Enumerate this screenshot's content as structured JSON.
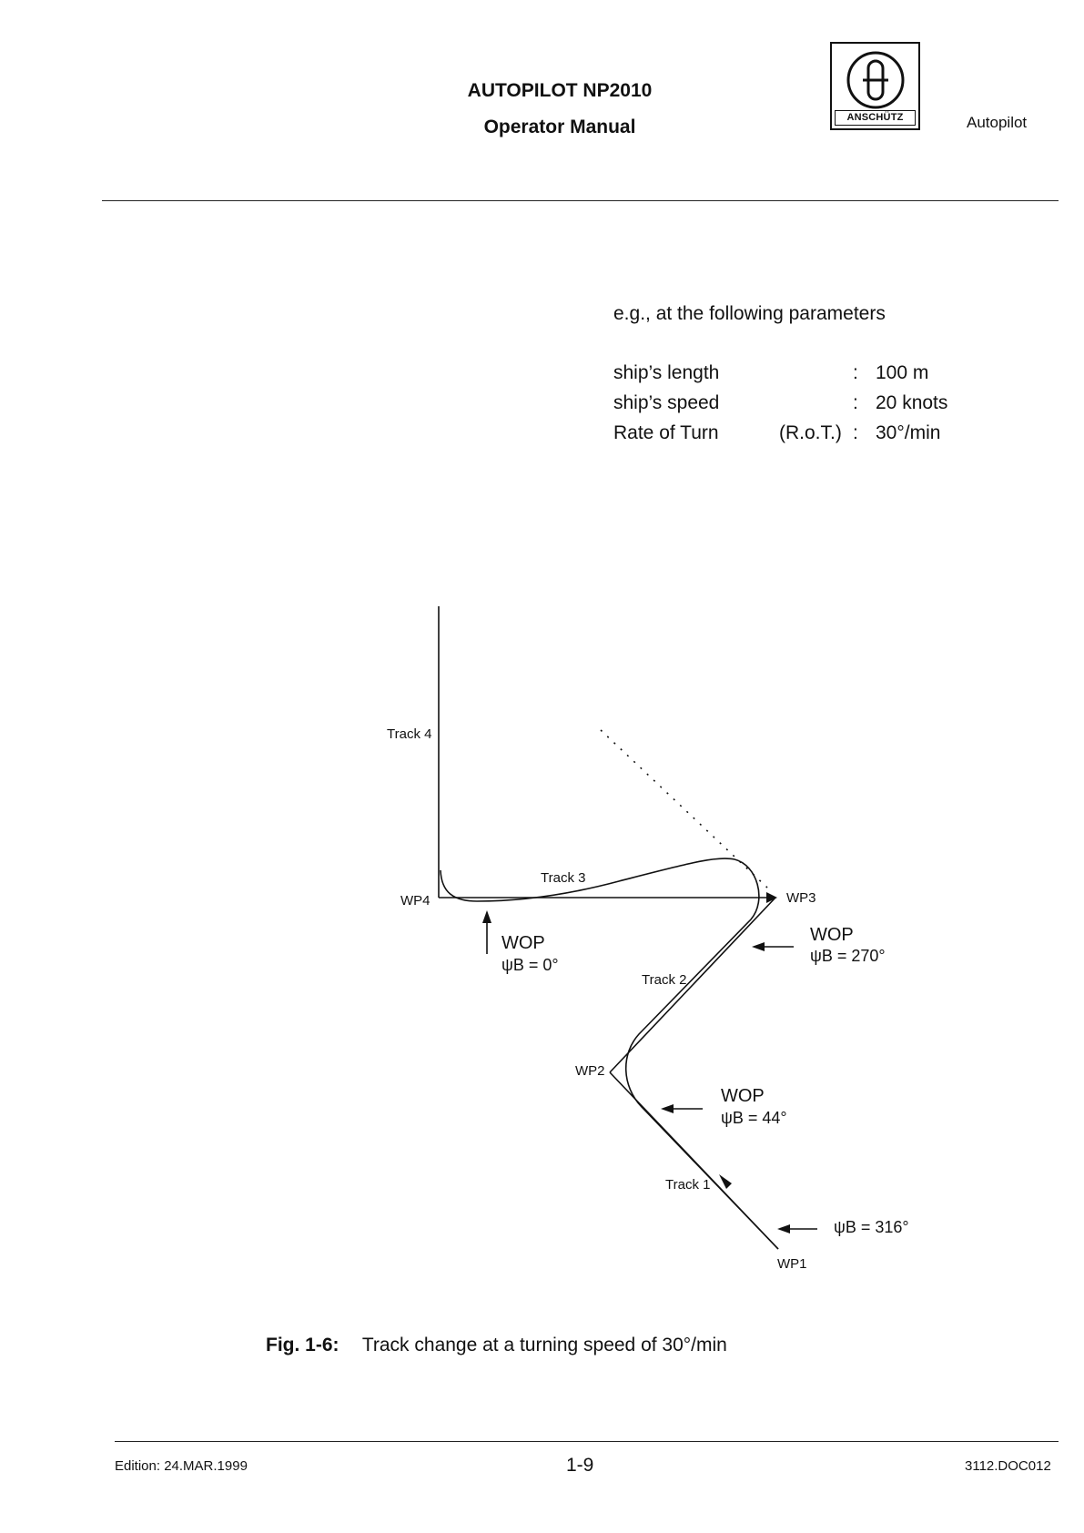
{
  "header": {
    "title_line1": "AUTOPILOT NP2010",
    "title_line2": "Operator Manual",
    "logo_text": "ANSCHÜTZ",
    "section": "Autopilot"
  },
  "params": {
    "intro": "e.g., at the following parameters",
    "rows": [
      {
        "label": "ship’s length",
        "sub": "",
        "colon": ":",
        "value": "100 m"
      },
      {
        "label": "ship’s speed",
        "sub": "",
        "colon": ":",
        "value": "20 knots"
      },
      {
        "label": "Rate of Turn",
        "sub": "(R.o.T.)",
        "colon": ":",
        "value": "30°/min"
      }
    ]
  },
  "figure": {
    "track4": "Track 4",
    "track3": "Track 3",
    "track2": "Track 2",
    "track1": "Track 1",
    "wp1": "WP1",
    "wp2": "WP2",
    "wp3": "WP3",
    "wp4": "WP4",
    "wop_a": {
      "label": "WOP",
      "psi": "ψB = 0°"
    },
    "wop_b": {
      "label": "WOP",
      "psi": "ψB = 270°"
    },
    "wop_c": {
      "label": "WOP",
      "psi": "ψB = 44°"
    },
    "start_psi": "ψB = 316°"
  },
  "caption": {
    "number": "Fig. 1-6:",
    "text": "Track change at a turning speed of 30°/min"
  },
  "footer": {
    "edition": "Edition:  24.MAR.1999",
    "page": "1-9",
    "doc": "3112.DOC012"
  }
}
